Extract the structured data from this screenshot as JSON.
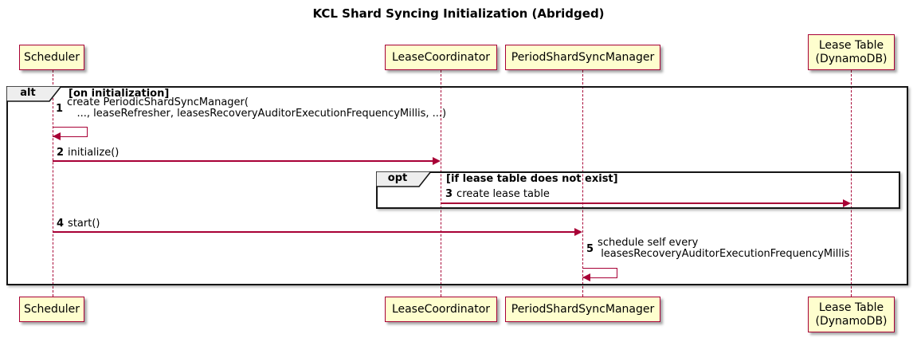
{
  "title": "KCL Shard Syncing Initialization (Abridged)",
  "colors": {
    "participant_fill": "#FEFECE",
    "participant_border": "#A80036",
    "message_line": "#A80036",
    "frame_border": "#151515",
    "frame_label_fill": "#EEEEEE",
    "background": "#FFFFFF"
  },
  "participants": [
    {
      "id": "scheduler",
      "label": "Scheduler"
    },
    {
      "id": "lease-coordinator",
      "label": "LeaseCoordinator"
    },
    {
      "id": "period-shard-sync-manager",
      "label": "PeriodShardSyncManager"
    },
    {
      "id": "lease-table",
      "label": "Lease Table\n(DynamoDB)"
    }
  ],
  "frames": [
    {
      "type": "alt",
      "label": "alt",
      "condition": "[on initialization]"
    },
    {
      "type": "opt",
      "label": "opt",
      "condition": "[if lease table does not exist]"
    }
  ],
  "messages": [
    {
      "num": "1",
      "text": "create PeriodicShardSyncManager(\n   ..., leaseRefresher, leasesRecoveryAuditorExecutionFrequencyMillis, ...)",
      "from": "Scheduler",
      "to": "Scheduler",
      "kind": "self"
    },
    {
      "num": "2",
      "text": "initialize()",
      "from": "Scheduler",
      "to": "LeaseCoordinator",
      "kind": "arrow"
    },
    {
      "num": "3",
      "text": "create lease table",
      "from": "LeaseCoordinator",
      "to": "Lease Table (DynamoDB)",
      "kind": "arrow"
    },
    {
      "num": "4",
      "text": "start()",
      "from": "Scheduler",
      "to": "PeriodShardSyncManager",
      "kind": "arrow"
    },
    {
      "num": "5",
      "text": "schedule self every\n leasesRecoveryAuditorExecutionFrequencyMillis",
      "from": "PeriodShardSyncManager",
      "to": "PeriodShardSyncManager",
      "kind": "self"
    }
  ]
}
